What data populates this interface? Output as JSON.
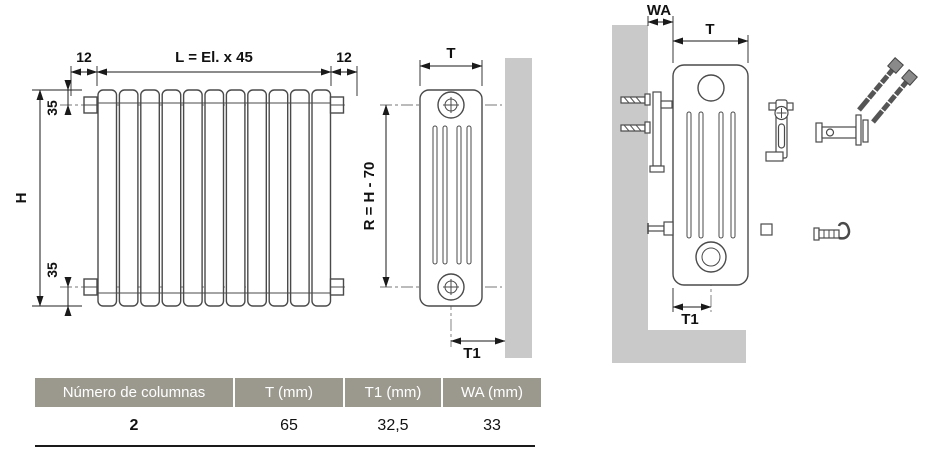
{
  "front_view": {
    "dim_offset_left": "12",
    "dim_length": "L = El. x 45",
    "dim_offset_right": "12",
    "dim_height": "H",
    "dim_axis_top": "35",
    "dim_axis_bottom": "35"
  },
  "side_view": {
    "dim_depth": "T",
    "dim_r": "R = H - 70",
    "dim_t1": "T1"
  },
  "mount_view": {
    "dim_wa": "WA",
    "dim_depth": "T",
    "dim_t1": "T1"
  },
  "table": {
    "headers": [
      "Número de columnas",
      "T (mm)",
      "T1 (mm)",
      "WA (mm)"
    ],
    "values": [
      "2",
      "65",
      "32,5",
      "33"
    ]
  },
  "colors": {
    "table_header_bg": "#9b998e",
    "wall_gray": "#c9c9c9",
    "line": "#1a1a1a"
  }
}
